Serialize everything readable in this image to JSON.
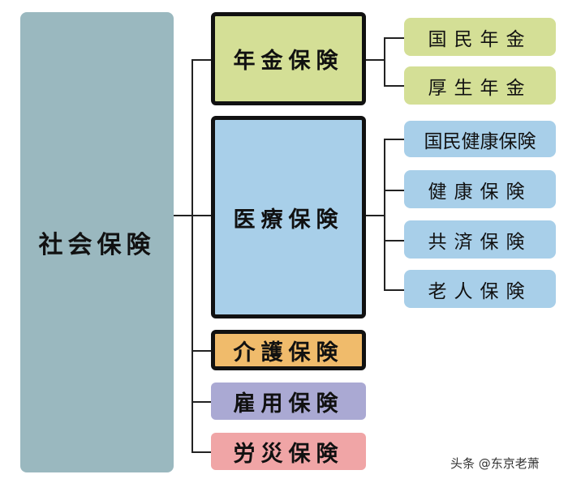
{
  "root": {
    "label": "社会保険"
  },
  "categories": [
    {
      "label": "年金保険",
      "color": "#d4df96",
      "children": [
        "国民年金",
        "厚生年金"
      ],
      "child_color": "#d4df96"
    },
    {
      "label": "医療保険",
      "color": "#a8cfe9",
      "children": [
        "国民健康保険",
        "健康保険",
        "共済保険",
        "老人保険"
      ],
      "child_color": "#a8cfe9"
    },
    {
      "label": "介護保険",
      "color": "#f0bb6b",
      "children": []
    },
    {
      "label": "雇用保険",
      "color": "#aaa9d3",
      "children": []
    },
    {
      "label": "労災保険",
      "color": "#f0a5a6",
      "children": []
    }
  ],
  "watermark": "头条 @东京老萧"
}
